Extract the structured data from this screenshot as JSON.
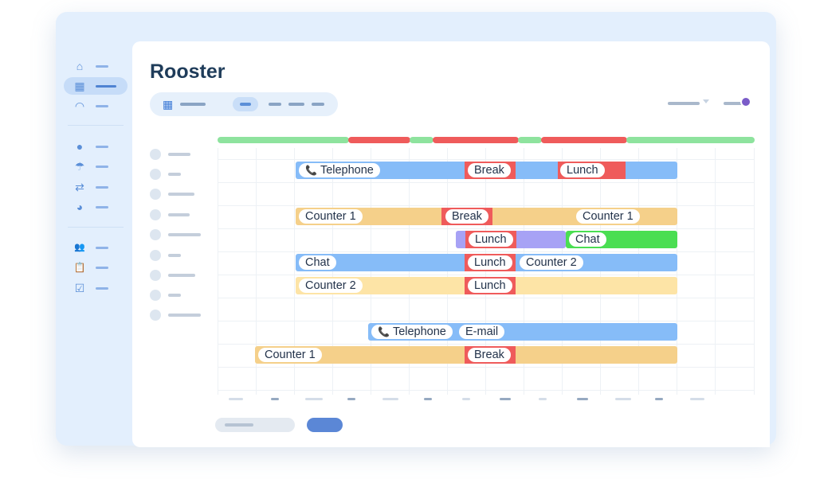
{
  "page": {
    "title": "Rooster"
  },
  "sidebar": {
    "items": [
      {
        "icon": "home-icon",
        "glyph": "⌂",
        "active": false
      },
      {
        "icon": "calendar-icon",
        "glyph": "▦",
        "active": true
      },
      {
        "icon": "gauge-icon",
        "glyph": "◠",
        "active": false
      },
      {
        "icon": "alert-icon",
        "glyph": "●",
        "active": false
      },
      {
        "icon": "umbrella-icon",
        "glyph": "☂",
        "active": false
      },
      {
        "icon": "swap-icon",
        "glyph": "⇄",
        "active": false
      },
      {
        "icon": "pie-chart-icon",
        "glyph": "◕",
        "active": false
      },
      {
        "icon": "team-icon",
        "glyph": "👥",
        "active": false
      },
      {
        "icon": "clipboard-icon",
        "glyph": "📋",
        "active": false
      },
      {
        "icon": "calendar-check-icon",
        "glyph": "☑",
        "active": false
      }
    ]
  },
  "schedule": {
    "labels": {
      "telephone": "Telephone",
      "break": "Break",
      "lunch": "Lunch",
      "counter1": "Counter 1",
      "counter2": "Counter 2",
      "chat": "Chat",
      "email": "E-mail"
    },
    "colors": {
      "blue": "#86bcf8",
      "orange": "#f5d08a",
      "light_orange": "#fde4a6",
      "purple": "#a7a2f5",
      "green": "#4ade52",
      "red": "#ef5b5b"
    }
  }
}
